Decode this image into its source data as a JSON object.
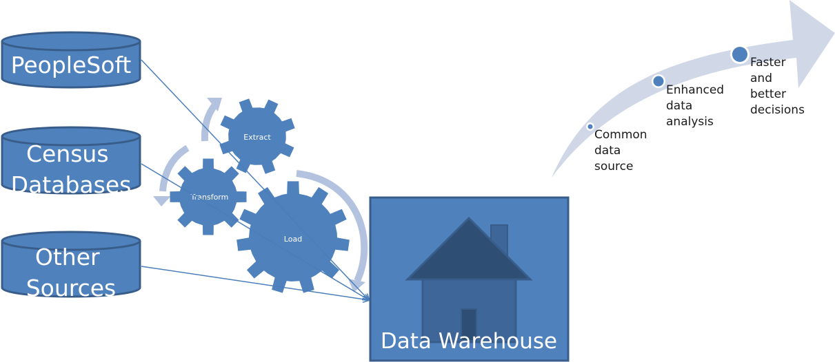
{
  "colors": {
    "primary": "#4f81bd",
    "primary_dark": "#385d8a",
    "light_arrow": "#b3c3df",
    "growth_arrow": "#d0d8e8",
    "house_roof": "#2f4e73",
    "house_body": "#3f6699",
    "connector": "#4a7ebb"
  },
  "sources": [
    {
      "id": "peoplesoft",
      "lines": [
        "PeopleSoft"
      ]
    },
    {
      "id": "census",
      "lines": [
        "Census",
        "Databases"
      ]
    },
    {
      "id": "other",
      "lines": [
        "Other",
        "Sources"
      ]
    }
  ],
  "etl": {
    "extract": "Extract",
    "transform": "Transform",
    "load": "Load"
  },
  "warehouse": {
    "label": "Data Warehouse",
    "icon": "house-icon"
  },
  "benefits": [
    {
      "id": "common",
      "lines": [
        "Common",
        "data",
        "source"
      ]
    },
    {
      "id": "enhanced",
      "lines": [
        "Enhanced",
        "data",
        "analysis"
      ]
    },
    {
      "id": "faster",
      "lines": [
        "Faster",
        "and",
        "better",
        "decisions"
      ]
    }
  ]
}
